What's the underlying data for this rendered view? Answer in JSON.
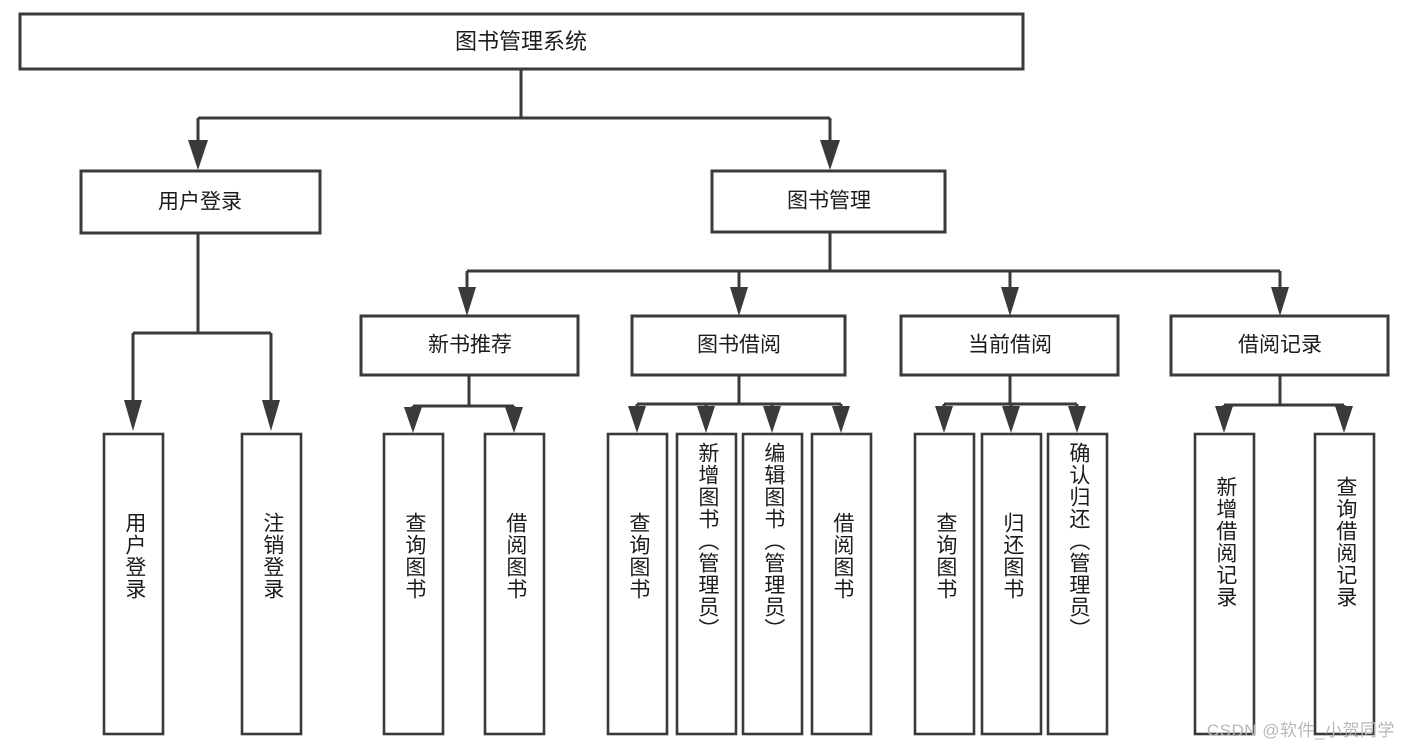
{
  "diagram": {
    "type": "tree-hierarchy",
    "title": "图书管理系统",
    "orientation": "top-down",
    "colors": {
      "box_stroke": "#3a3a3a",
      "box_fill": "#ffffff",
      "link": "#3a3a3a",
      "text": "#1c1c1c",
      "watermark": "#b8b8b8"
    },
    "root": {
      "label": "图书管理系统"
    },
    "level2": [
      {
        "label": "用户登录"
      },
      {
        "label": "图书管理"
      }
    ],
    "level3": [
      {
        "label": "新书推荐"
      },
      {
        "label": "图书借阅"
      },
      {
        "label": "当前借阅"
      },
      {
        "label": "借阅记录"
      }
    ],
    "leaves": {
      "user_login": [
        {
          "label": "用户登录"
        },
        {
          "label": "注销登录"
        }
      ],
      "new_book_recommend": [
        {
          "label": "查询图书"
        },
        {
          "label": "借阅图书"
        }
      ],
      "book_borrow": [
        {
          "label": "查询图书"
        },
        {
          "label": "新增图书（管理员）"
        },
        {
          "label": "编辑图书（管理员）"
        },
        {
          "label": "借阅图书"
        }
      ],
      "current_borrow": [
        {
          "label": "查询图书"
        },
        {
          "label": "归还图书"
        },
        {
          "label": "确认归还（管理员）"
        }
      ],
      "borrow_record": [
        {
          "label": "新增借阅记录"
        },
        {
          "label": "查询借阅记录"
        }
      ]
    }
  },
  "watermark": {
    "text": "CSDN @软件_小贺同学"
  }
}
